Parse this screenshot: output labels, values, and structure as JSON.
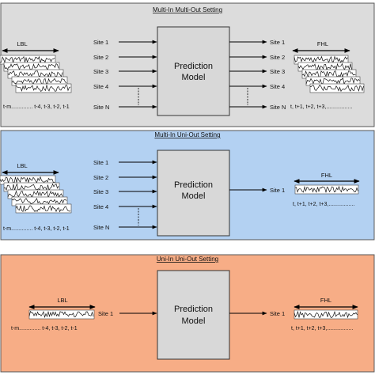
{
  "panels": [
    {
      "title": "Multi-In Multi-Out Setting",
      "background": "#dcdcdc",
      "input_window_label": "LBL",
      "input_sites": [
        "Site 1",
        "Site 2",
        "Site 3",
        "Site 4",
        "Site N"
      ],
      "model_line1": "Prediction",
      "model_line2": "Model",
      "output_sites": [
        "Site 1",
        "Site 2",
        "Site 3",
        "Site 4",
        "Site N"
      ],
      "output_window_label": "FHL",
      "input_time_label": "t-m.............. t-4, t-3, t-2, t-1",
      "output_time_label": "t, t+1, t+2, t+3,................."
    },
    {
      "title": "Multi-In Uni-Out Setting",
      "background": "#b3d1f2",
      "input_window_label": "LBL",
      "input_sites": [
        "Site 1",
        "Site 2",
        "Site 3",
        "Site 4",
        "Site N"
      ],
      "model_line1": "Prediction",
      "model_line2": "Model",
      "output_sites": [
        "Site 1"
      ],
      "output_window_label": "FHL",
      "input_time_label": "t-m.............. t-4, t-3, t-2, t-1",
      "output_time_label": "t, t+1, t+2, t+3,................."
    },
    {
      "title": "Uni-In Uni-Out Setting",
      "background": "#f7ad86",
      "input_window_label": "LBL",
      "input_sites": [
        "Site 1"
      ],
      "model_line1": "Prediction",
      "model_line2": "Model",
      "output_sites": [
        "Site 1"
      ],
      "output_window_label": "FHL",
      "input_time_label": "t-m.............. t-4, t-3, t-2, t-1",
      "output_time_label": "t, t+1, t+2, t+3,................."
    }
  ]
}
